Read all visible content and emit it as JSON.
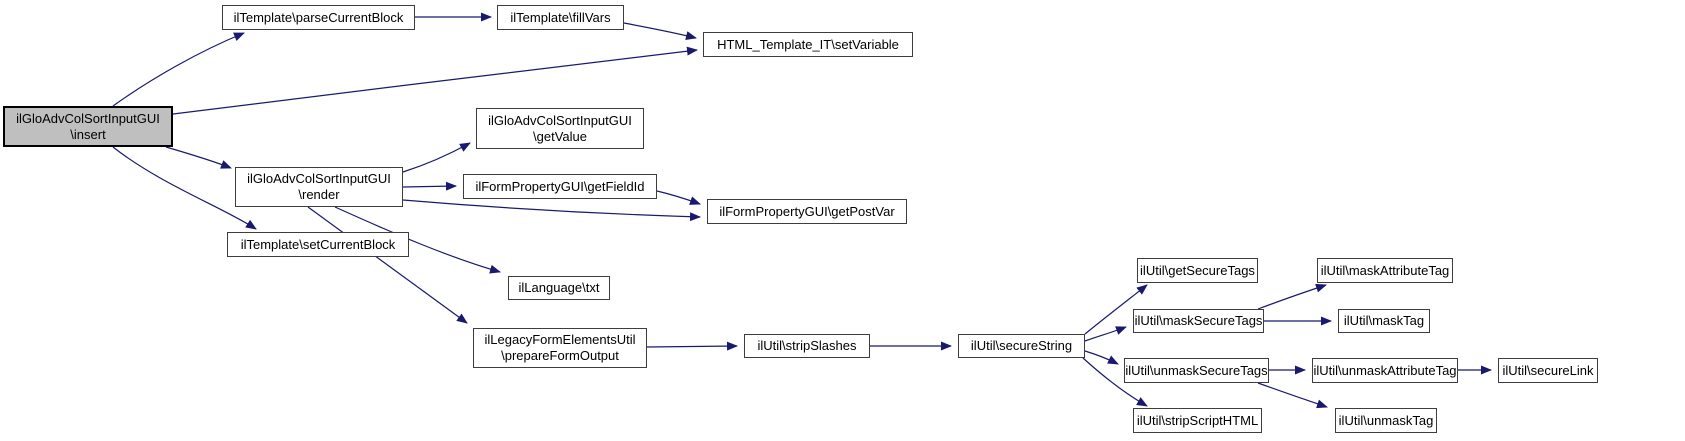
{
  "diagram": {
    "type": "call-graph",
    "colors": {
      "edge": "#191970",
      "node_border": "#3d3d3d",
      "node_fill": "#ffffff",
      "highlight_fill": "#bfbfbf",
      "highlight_border": "#000000",
      "text": "#000000",
      "background": "#ffffff"
    },
    "nodes": [
      {
        "id": "insert",
        "label": "ilGloAdvColSortInputGUI\\insert",
        "lines": [
          "ilGloAdvColSortInputGUI",
          "\\insert"
        ],
        "highlighted": true
      },
      {
        "id": "parseCurrentBlock",
        "label": "ilTemplate\\parseCurrentBlock",
        "lines": [
          "ilTemplate\\parseCurrentBlock"
        ],
        "highlighted": false
      },
      {
        "id": "fillVars",
        "label": "ilTemplate\\fillVars",
        "lines": [
          "ilTemplate\\fillVars"
        ],
        "highlighted": false
      },
      {
        "id": "setVariable",
        "label": "HTML_Template_IT\\setVariable",
        "lines": [
          "HTML_Template_IT\\setVariable"
        ],
        "highlighted": false
      },
      {
        "id": "getValue",
        "label": "ilGloAdvColSortInputGUI\\getValue",
        "lines": [
          "ilGloAdvColSortInputGUI",
          "\\getValue"
        ],
        "highlighted": false
      },
      {
        "id": "render",
        "label": "ilGloAdvColSortInputGUI\\render",
        "lines": [
          "ilGloAdvColSortInputGUI",
          "\\render"
        ],
        "highlighted": false
      },
      {
        "id": "getFieldId",
        "label": "ilFormPropertyGUI\\getFieldId",
        "lines": [
          "ilFormPropertyGUI\\getFieldId"
        ],
        "highlighted": false
      },
      {
        "id": "getPostVar",
        "label": "ilFormPropertyGUI\\getPostVar",
        "lines": [
          "ilFormPropertyGUI\\getPostVar"
        ],
        "highlighted": false
      },
      {
        "id": "setCurrentBlock",
        "label": "ilTemplate\\setCurrentBlock",
        "lines": [
          "ilTemplate\\setCurrentBlock"
        ],
        "highlighted": false
      },
      {
        "id": "txt",
        "label": "ilLanguage\\txt",
        "lines": [
          "ilLanguage\\txt"
        ],
        "highlighted": false
      },
      {
        "id": "prepareFormOutput",
        "label": "ilLegacyFormElementsUtil\\prepareFormOutput",
        "lines": [
          "ilLegacyFormElementsUtil",
          "\\prepareFormOutput"
        ],
        "highlighted": false
      },
      {
        "id": "stripSlashes",
        "label": "ilUtil\\stripSlashes",
        "lines": [
          "ilUtil\\stripSlashes"
        ],
        "highlighted": false
      },
      {
        "id": "secureString",
        "label": "ilUtil\\secureString",
        "lines": [
          "ilUtil\\secureString"
        ],
        "highlighted": false
      },
      {
        "id": "getSecureTags",
        "label": "ilUtil\\getSecureTags",
        "lines": [
          "ilUtil\\getSecureTags"
        ],
        "highlighted": false
      },
      {
        "id": "maskSecureTags",
        "label": "ilUtil\\maskSecureTags",
        "lines": [
          "ilUtil\\maskSecureTags"
        ],
        "highlighted": false
      },
      {
        "id": "maskAttributeTag",
        "label": "ilUtil\\maskAttributeTag",
        "lines": [
          "ilUtil\\maskAttributeTag"
        ],
        "highlighted": false
      },
      {
        "id": "maskTag",
        "label": "ilUtil\\maskTag",
        "lines": [
          "ilUtil\\maskTag"
        ],
        "highlighted": false
      },
      {
        "id": "unmaskSecureTags",
        "label": "ilUtil\\unmaskSecureTags",
        "lines": [
          "ilUtil\\unmaskSecureTags"
        ],
        "highlighted": false
      },
      {
        "id": "unmaskAttributeTag",
        "label": "ilUtil\\unmaskAttributeTag",
        "lines": [
          "ilUtil\\unmaskAttributeTag"
        ],
        "highlighted": false
      },
      {
        "id": "secureLink",
        "label": "ilUtil\\secureLink",
        "lines": [
          "ilUtil\\secureLink"
        ],
        "highlighted": false
      },
      {
        "id": "stripScriptHTML",
        "label": "ilUtil\\stripScriptHTML",
        "lines": [
          "ilUtil\\stripScriptHTML"
        ],
        "highlighted": false
      },
      {
        "id": "unmaskTag",
        "label": "ilUtil\\unmaskTag",
        "lines": [
          "ilUtil\\unmaskTag"
        ],
        "highlighted": false
      }
    ],
    "edges": [
      {
        "from": "insert",
        "to": "parseCurrentBlock"
      },
      {
        "from": "insert",
        "to": "setVariable"
      },
      {
        "from": "insert",
        "to": "render"
      },
      {
        "from": "insert",
        "to": "setCurrentBlock"
      },
      {
        "from": "parseCurrentBlock",
        "to": "fillVars"
      },
      {
        "from": "fillVars",
        "to": "setVariable"
      },
      {
        "from": "render",
        "to": "getValue"
      },
      {
        "from": "render",
        "to": "getFieldId"
      },
      {
        "from": "render",
        "to": "getPostVar"
      },
      {
        "from": "render",
        "to": "txt"
      },
      {
        "from": "render",
        "to": "prepareFormOutput"
      },
      {
        "from": "getFieldId",
        "to": "getPostVar"
      },
      {
        "from": "prepareFormOutput",
        "to": "stripSlashes"
      },
      {
        "from": "stripSlashes",
        "to": "secureString"
      },
      {
        "from": "secureString",
        "to": "getSecureTags"
      },
      {
        "from": "secureString",
        "to": "maskSecureTags"
      },
      {
        "from": "secureString",
        "to": "unmaskSecureTags"
      },
      {
        "from": "secureString",
        "to": "stripScriptHTML"
      },
      {
        "from": "maskSecureTags",
        "to": "maskAttributeTag"
      },
      {
        "from": "maskSecureTags",
        "to": "maskTag"
      },
      {
        "from": "unmaskSecureTags",
        "to": "unmaskAttributeTag"
      },
      {
        "from": "unmaskSecureTags",
        "to": "unmaskTag"
      },
      {
        "from": "unmaskAttributeTag",
        "to": "secureLink"
      }
    ]
  }
}
